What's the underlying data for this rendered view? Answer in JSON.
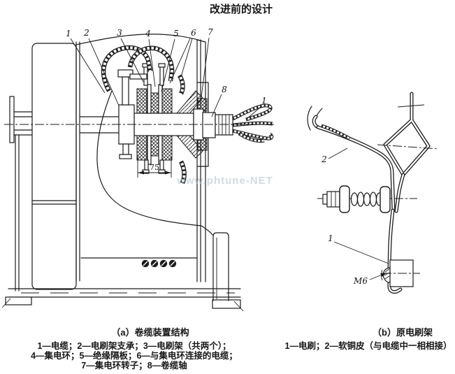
{
  "title": "改进前的设计",
  "watermark": "www.phtune-NET",
  "diagram_a": {
    "caption": "（a）卷缆装置结构",
    "legend": [
      "1—电缆；2—电刷架支承；3—电刷架（共两个）；",
      "4—集电环；5—绝缘隔板；6—与集电环连接的电缆；",
      "7—集电环转子；8—卷缆轴"
    ],
    "callouts": {
      "n1": "1",
      "n2": "2",
      "n3": "3",
      "n4": "4",
      "n5": "5",
      "n6": "6",
      "n7": "7",
      "n8": "8",
      "n1_cable": "1"
    },
    "dim75": "75"
  },
  "diagram_b": {
    "caption": "（b）原电刷架",
    "legend": [
      "1—电刷；2—软铜皮（与电缆中一相相接）"
    ],
    "callouts": {
      "n1": "1",
      "n2": "2"
    },
    "m6": "M6"
  }
}
